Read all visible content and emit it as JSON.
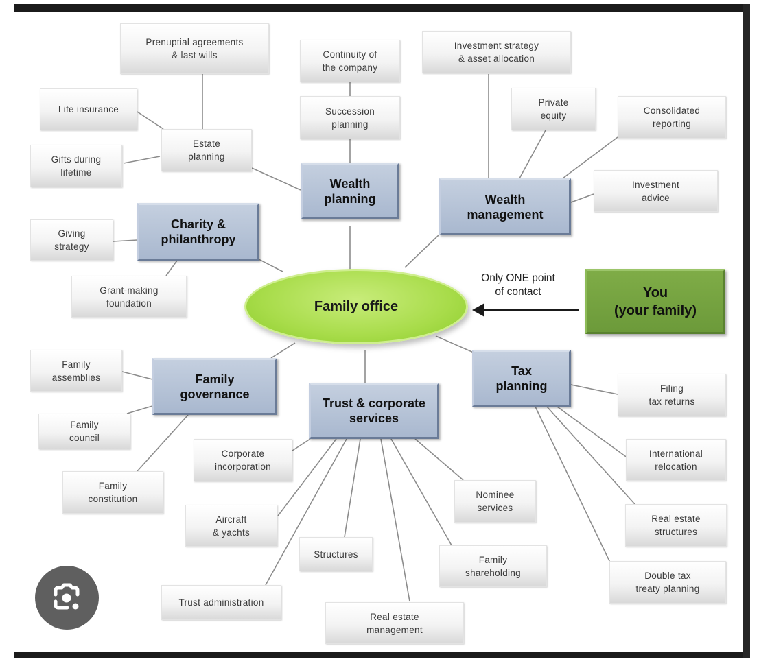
{
  "center": {
    "label": "Family office"
  },
  "client": {
    "label": "You\n(your family)"
  },
  "contact_note": "Only ONE point\nof contact",
  "colors": {
    "hub_fill": "#aebcd2",
    "center_fill": "#a8dc4a",
    "client_fill": "#74a23f",
    "leaf_fill": "#eeeeee",
    "line": "#8c8c8c"
  },
  "hubs": {
    "wealth_planning": {
      "label": "Wealth\nplanning",
      "leaves": [
        "Succession\nplanning",
        "Continuity of\nthe company"
      ]
    },
    "estate_planning": {
      "label": "Estate\nplanning",
      "leaves": [
        "Prenuptial agreements\n& last wills",
        "Life insurance",
        "Gifts during\nlifetime"
      ]
    },
    "wealth_management": {
      "label": "Wealth\nmanagement",
      "leaves": [
        "Investment strategy\n& asset allocation",
        "Private\nequity",
        "Consolidated\nreporting",
        "Investment\nadvice"
      ]
    },
    "charity": {
      "label": "Charity &\nphilanthropy",
      "leaves": [
        "Giving\nstrategy",
        "Grant-making\nfoundation"
      ]
    },
    "family_governance": {
      "label": "Family\ngovernance",
      "leaves": [
        "Family\nassemblies",
        "Family\ncouncil",
        "Family\nconstitution"
      ]
    },
    "trust_corporate": {
      "label": "Trust & corporate\nservices",
      "leaves": [
        "Corporate\nincorporation",
        "Aircraft\n& yachts",
        "Trust administration",
        "Structures",
        "Real estate\nmanagement",
        "Family\nshareholding",
        "Nominee\nservices"
      ]
    },
    "tax_planning": {
      "label": "Tax\nplanning",
      "leaves": [
        "Filing\ntax returns",
        "International\nrelocation",
        "Real estate\nstructures",
        "Double tax\ntreaty planning"
      ]
    }
  },
  "overlay": {
    "lens_icon": "google-lens-icon"
  }
}
